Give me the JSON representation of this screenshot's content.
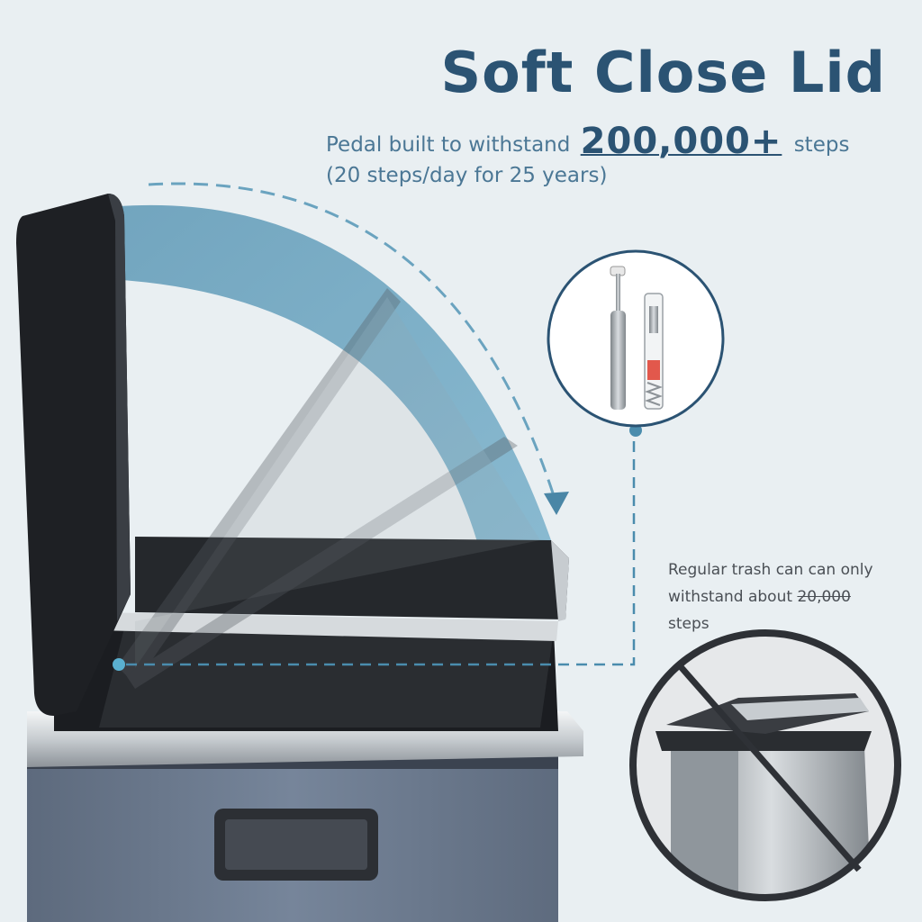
{
  "heading": "Soft Close Lid",
  "pedal": {
    "prefix": "Pedal built to withstand",
    "count": "200,000+",
    "suffix": "steps",
    "detail": "(20 steps/day for 25 years)"
  },
  "comparison": {
    "text_before": "Regular trash can can only withstand about",
    "count": "20,000",
    "text_after": "steps"
  },
  "colors": {
    "background": "#e9eff2",
    "heading": "#2b5373",
    "accent": "#5b9ab8",
    "bin_body": "#6c7a8f"
  },
  "icons": [
    "soft-close-hinge-icon",
    "regular-trash-can-icon",
    "prohibited-icon"
  ]
}
